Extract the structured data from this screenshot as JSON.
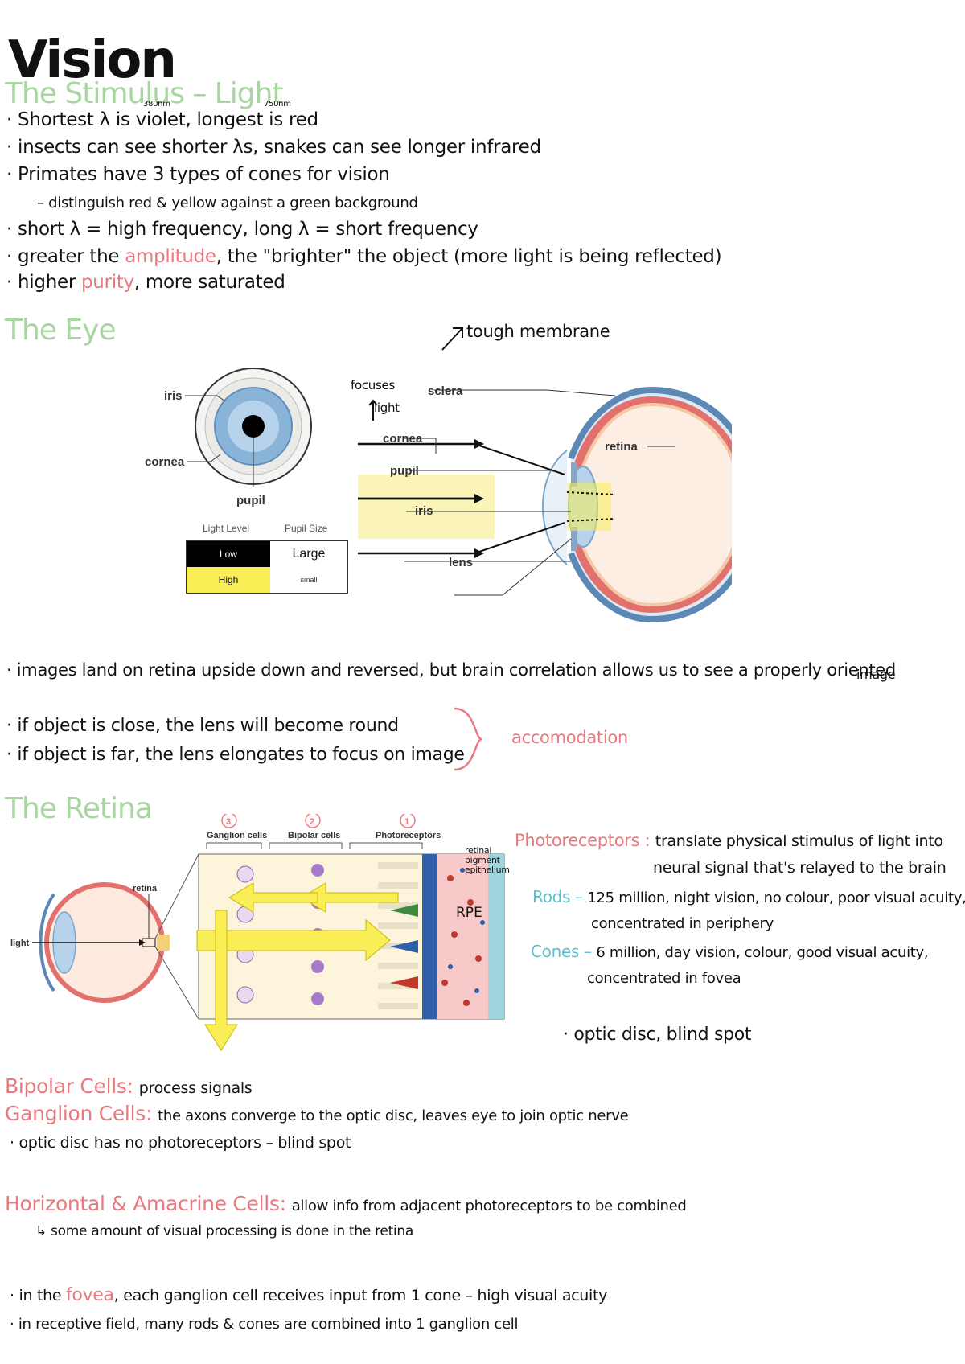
{
  "title": "Vision",
  "colors": {
    "heading": "#a8d5a0",
    "highlight": "#e8797f",
    "accent": "#5bc1cf",
    "yellow": "#f9ee56"
  },
  "section1": {
    "heading": "The Stimulus – Light",
    "lines": [
      "· Shortest λ is violet, longest is red",
      "· insects can see shorter λs, snakes can see longer infrared",
      "· Primates have 3 types of cones for vision",
      "– distinguish red & yellow against a green background",
      "· short λ = high frequency, long λ = short frequency"
    ],
    "ann_380": "380nm",
    "ann_750": "750nm",
    "amp_pre": "· greater the",
    "amp_word": "amplitude",
    "amp_post": ", the \"brighter\" the object (more light is being reflected)",
    "pur_pre": "· higher",
    "pur_word": "purity",
    "pur_post": ", more saturated"
  },
  "section2": {
    "heading": "The Eye",
    "front_labels": {
      "iris": "iris",
      "cornea": "cornea",
      "pupil": "pupil"
    },
    "side_labels": {
      "sclera": "sclera",
      "cornea": "cornea",
      "pupil": "pupil",
      "iris": "iris",
      "lens": "lens",
      "retina": "retina"
    },
    "ann_tough": "tough membrane",
    "ann_focuses": "focuses",
    "ann_light": "light",
    "table": {
      "headers": [
        "Light Level",
        "Pupil Size"
      ],
      "rows": [
        [
          "Low",
          "Large"
        ],
        [
          "High",
          "small"
        ]
      ]
    },
    "lines": [
      "· images land on retina upside down and reversed, but brain correlation allows us to see a properly oriented",
      "· if object is close, the lens will become round",
      "· if object is far, the lens elongates to focus on image"
    ],
    "ann_image": "image",
    "ann_accom": "accomodation"
  },
  "section3": {
    "heading": "The Retina",
    "cell_labels": [
      "Ganglion cells",
      "Bipolar cells",
      "Photoreceptors"
    ],
    "cell_numbers": [
      "3",
      "2",
      "1"
    ],
    "diag_labels": {
      "retina": "retina",
      "light": "light",
      "rpe": "RPE"
    },
    "ann_pigment": "retinal pigment epithelium",
    "photo_label": "Photoreceptors :",
    "photo_text1": "translate physical stimulus of light into",
    "photo_text2": "neural signal that's relayed to the brain",
    "rods_label": "Rods –",
    "rods_text1": "125 million, night vision, no colour, poor visual acuity,",
    "rods_text2": "concentrated in periphery",
    "cones_label": "Cones –",
    "cones_text1": "6 million, day vision, colour, good visual acuity,",
    "cones_text2": "concentrated in fovea",
    "optic_line": "· optic disc, blind spot"
  },
  "section4": {
    "bipolar_label": "Bipolar Cells:",
    "bipolar_text": "process signals",
    "ganglion_label": "Ganglion Cells:",
    "ganglion_text": "the axons converge to the optic disc, leaves eye to join optic nerve",
    "optic_line": "· optic disc has no photoreceptors – blind spot",
    "horiz_label": "Horizontal & Amacrine Cells:",
    "horiz_text": "allow info from adjacent photoreceptors to be combined",
    "horiz_sub": "↳ some amount of visual processing is done in the retina",
    "fovea_pre": "· in the",
    "fovea_word": "fovea",
    "fovea_post": ", each ganglion cell receives input from 1 cone – high visual acuity",
    "receptive_line": "· in receptive field, many rods & cones are combined into 1 ganglion cell"
  }
}
